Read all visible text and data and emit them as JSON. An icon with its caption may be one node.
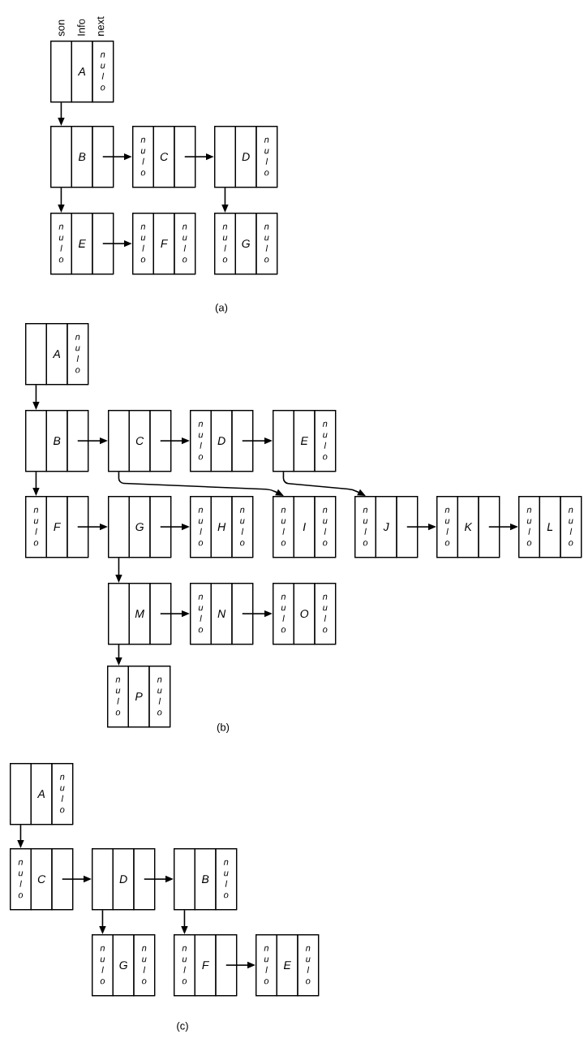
{
  "diagram": {
    "nodes": [
      {
        "text": [],
        "shape": "box"
      },
      {
        "text": [],
        "shape": "box",
        "in": 0
      },
      {
        "text": [
          "A"
        ],
        "in": 0
      },
      {
        "text": [
          "nulo"
        ],
        "in": 0
      },
      {
        "text": [],
        "shape": "box"
      },
      {
        "text": [],
        "shape": "box",
        "in": 4
      },
      {
        "text": [
          "B"
        ],
        "in": 4
      },
      {
        "text": [],
        "shape": "box",
        "in": 4
      },
      {
        "text": [],
        "shape": "box"
      },
      {
        "text": [
          "nulo"
        ],
        "in": 8
      },
      {
        "text": [
          "C"
        ],
        "in": 8
      },
      {
        "text": [],
        "shape": "box",
        "in": 8
      },
      {
        "text": [],
        "shape": "box"
      },
      {
        "text": [],
        "shape": "box",
        "in": 12
      },
      {
        "text": [
          "D"
        ],
        "in": 12
      },
      {
        "text": [
          "nulo"
        ],
        "in": 12
      },
      {
        "text": [],
        "shape": "box"
      },
      {
        "text": [
          "nulo"
        ],
        "in": 16
      },
      {
        "text": [
          "E"
        ],
        "in": 16
      },
      {
        "text": [],
        "shape": "box",
        "in": 16
      },
      {
        "text": [],
        "shape": "box"
      },
      {
        "text": [
          "nulo"
        ],
        "in": 20
      },
      {
        "text": [
          "F"
        ],
        "in": 20
      },
      {
        "text": [
          "nulo"
        ],
        "in": 20
      },
      {
        "text": [],
        "shape": "box"
      },
      {
        "text": [
          "nulo"
        ],
        "in": 24
      },
      {
        "text": [
          "G"
        ],
        "in": 24
      },
      {
        "text": [
          "nulo"
        ],
        "in": 24
      },
      {
        "text": [],
        "shape": "box"
      },
      {
        "text": [],
        "shape": "box",
        "in": 28
      },
      {
        "text": [
          "A"
        ],
        "in": 28
      },
      {
        "text": [
          "nulo"
        ],
        "in": 28
      },
      {
        "text": [],
        "shape": "box"
      },
      {
        "text": [],
        "shape": "box",
        "in": 32
      },
      {
        "text": [
          "B"
        ],
        "in": 32
      },
      {
        "text": [],
        "shape": "box",
        "in": 32
      },
      {
        "text": [],
        "shape": "box"
      },
      {
        "text": [],
        "shape": "box",
        "in": 36
      },
      {
        "text": [
          "C"
        ],
        "in": 36
      },
      {
        "text": [],
        "shape": "box",
        "in": 36
      },
      {
        "text": [],
        "shape": "box"
      },
      {
        "text": [
          "nulo"
        ],
        "in": 40
      },
      {
        "text": [
          "D"
        ],
        "in": 40
      },
      {
        "text": [],
        "shape": "box",
        "in": 40
      },
      {
        "text": [],
        "shape": "box"
      },
      {
        "text": [],
        "shape": "box",
        "in": 44
      },
      {
        "text": [
          "E"
        ],
        "in": 44
      },
      {
        "text": [
          "nulo"
        ],
        "in": 44
      },
      {
        "text": [],
        "shape": "box"
      },
      {
        "text": [
          "nulo"
        ],
        "in": 48
      },
      {
        "text": [
          "F"
        ],
        "in": 48
      },
      {
        "text": [],
        "shape": "box",
        "in": 48
      },
      {
        "text": [],
        "shape": "box"
      },
      {
        "text": [],
        "shape": "box",
        "in": 52
      },
      {
        "text": [
          "G"
        ],
        "in": 52
      },
      {
        "text": [],
        "shape": "box",
        "in": 52
      },
      {
        "text": [],
        "shape": "box"
      },
      {
        "text": [
          "nulo"
        ],
        "in": 56
      },
      {
        "text": [
          "H"
        ],
        "in": 56
      },
      {
        "text": [
          "nulo"
        ],
        "in": 56
      },
      {
        "text": [],
        "shape": "box"
      },
      {
        "text": [
          "nulo"
        ],
        "in": 60
      },
      {
        "text": [
          "I"
        ],
        "in": 60
      },
      {
        "text": [
          "nulo"
        ],
        "in": 60
      },
      {
        "text": [],
        "shape": "box"
      },
      {
        "text": [
          "nulo"
        ],
        "in": 64
      },
      {
        "text": [
          "J"
        ],
        "in": 64
      },
      {
        "text": [],
        "shape": "box",
        "in": 64
      },
      {
        "text": [],
        "shape": "box"
      },
      {
        "text": [
          "nulo"
        ],
        "in": 68
      },
      {
        "text": [
          "K"
        ],
        "in": 68
      },
      {
        "text": [],
        "shape": "box",
        "in": 68
      },
      {
        "text": [],
        "shape": "box"
      },
      {
        "text": [
          "nulo"
        ],
        "in": 72
      },
      {
        "text": [
          "L"
        ],
        "in": 72
      },
      {
        "text": [
          "nulo"
        ],
        "in": 72
      },
      {
        "text": [],
        "shape": "box"
      },
      {
        "text": [],
        "shape": "box",
        "in": 76
      },
      {
        "text": [
          "M"
        ],
        "in": 76
      },
      {
        "text": [],
        "shape": "box",
        "in": 76
      },
      {
        "text": [],
        "shape": "box"
      },
      {
        "text": [
          "nulo"
        ],
        "in": 80
      },
      {
        "text": [
          "N"
        ],
        "in": 80
      },
      {
        "text": [],
        "shape": "box",
        "in": 80
      },
      {
        "text": [],
        "shape": "box"
      },
      {
        "text": [
          "nulo"
        ],
        "in": 84
      },
      {
        "text": [
          "O"
        ],
        "in": 84
      },
      {
        "text": [
          "nulo"
        ],
        "in": 84
      },
      {
        "text": [],
        "shape": "box"
      },
      {
        "text": [
          "nulo"
        ],
        "in": 88
      },
      {
        "text": [
          "P"
        ],
        "in": 88
      },
      {
        "text": [
          "nulo"
        ],
        "in": 88
      },
      {
        "text": [],
        "shape": "box"
      },
      {
        "text": [],
        "shape": "box",
        "in": 92
      },
      {
        "text": [
          "A"
        ],
        "in": 92
      },
      {
        "text": [
          "nulo"
        ],
        "in": 92
      },
      {
        "text": [],
        "shape": "box"
      },
      {
        "text": [
          "nulo"
        ],
        "in": 96
      },
      {
        "text": [
          "C"
        ],
        "in": 96
      },
      {
        "text": [],
        "shape": "box",
        "in": 96
      },
      {
        "text": [],
        "shape": "box"
      },
      {
        "text": [],
        "shape": "box",
        "in": 100
      },
      {
        "text": [
          "D"
        ],
        "in": 100
      },
      {
        "text": [],
        "shape": "box",
        "in": 100
      },
      {
        "text": [],
        "shape": "box"
      },
      {
        "text": [],
        "shape": "box",
        "in": 104
      },
      {
        "text": [
          "B"
        ],
        "in": 104
      },
      {
        "text": [
          "nulo"
        ],
        "in": 104
      },
      {
        "text": [],
        "shape": "box"
      },
      {
        "text": [
          "nulo"
        ],
        "in": 108
      },
      {
        "text": [
          "G"
        ],
        "in": 108
      },
      {
        "text": [
          "nulo"
        ],
        "in": 108
      },
      {
        "text": [],
        "shape": "box"
      },
      {
        "text": [
          "nulo"
        ],
        "in": 112
      },
      {
        "text": [
          "F"
        ],
        "in": 112
      },
      {
        "text": [],
        "shape": "box",
        "in": 112
      },
      {
        "text": [],
        "shape": "box"
      },
      {
        "text": [
          "nulo"
        ],
        "in": 116
      },
      {
        "text": [
          "E"
        ],
        "in": 116
      },
      {
        "text": [
          "nulo"
        ],
        "in": 116
      }
    ],
    "edges": [
      {
        "from": 1,
        "to": 4,
        "arrow": "to"
      },
      {
        "from": 5,
        "to": 16,
        "arrow": "to"
      },
      {
        "from": 7,
        "to": 8,
        "arrow": "to"
      },
      {
        "from": 11,
        "to": 12,
        "arrow": "to"
      },
      {
        "from": 13,
        "to": 24,
        "arrow": "to"
      },
      {
        "from": 19,
        "to": 20,
        "arrow": "to"
      },
      {
        "from": 29,
        "to": 32,
        "arrow": "to"
      },
      {
        "from": 33,
        "to": 48,
        "arrow": "to"
      },
      {
        "from": 35,
        "to": 36,
        "arrow": "to"
      },
      {
        "from": 37,
        "to": 60,
        "arrow": "to"
      },
      {
        "from": 39,
        "to": 40,
        "arrow": "to"
      },
      {
        "from": 43,
        "to": 44,
        "arrow": "to"
      },
      {
        "from": 45,
        "to": 64,
        "arrow": "to"
      },
      {
        "from": 51,
        "to": 52,
        "arrow": "to"
      },
      {
        "from": 53,
        "to": 76,
        "arrow": "to"
      },
      {
        "from": 55,
        "to": 56,
        "arrow": "to"
      },
      {
        "from": 67,
        "to": 68,
        "arrow": "to"
      },
      {
        "from": 71,
        "to": 72,
        "arrow": "to"
      },
      {
        "from": 77,
        "to": 88,
        "arrow": "to"
      },
      {
        "from": 79,
        "to": 80,
        "arrow": "to"
      },
      {
        "from": 83,
        "to": 84,
        "arrow": "to"
      },
      {
        "from": 93,
        "to": 96,
        "arrow": "to"
      },
      {
        "from": 99,
        "to": 100,
        "arrow": "to"
      },
      {
        "from": 101,
        "to": 108,
        "arrow": "to"
      },
      {
        "from": 103,
        "to": 104,
        "arrow": "to"
      },
      {
        "from": 105,
        "to": 112,
        "arrow": "to"
      },
      {
        "from": 115,
        "to": 116,
        "arrow": "to"
      }
    ],
    "labels": [
      "son",
      "Info",
      "next",
      "(a)",
      "(b)",
      "(c)"
    ]
  }
}
